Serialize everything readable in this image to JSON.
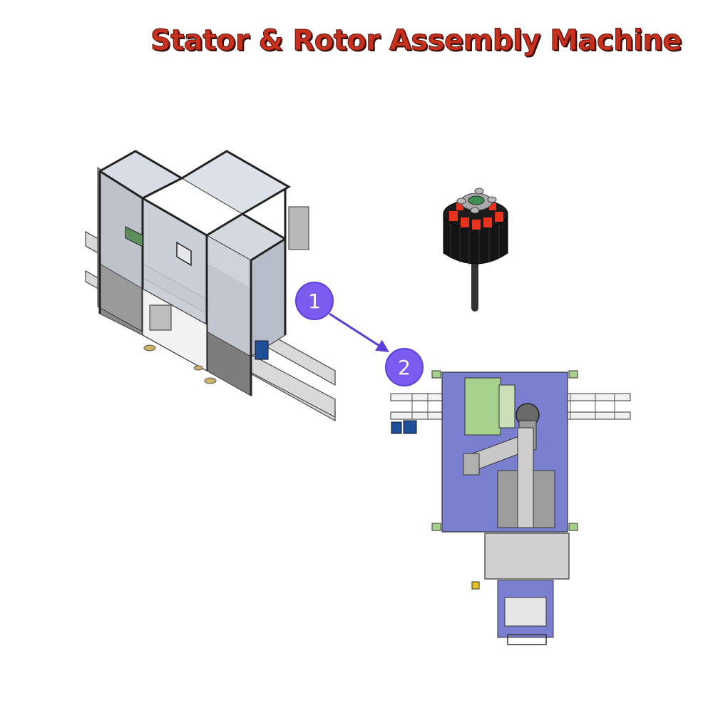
{
  "header": {
    "title": "Stator & Rotor Assembly Machine"
  },
  "callouts": [
    {
      "label": "1"
    },
    {
      "label": "2"
    }
  ],
  "colors": {
    "title": "#c8301e",
    "callout_fill": "#7c5cf0",
    "arrow": "#5b3fd6",
    "plate": "#7a7fd0",
    "frame": "#4a4a4a",
    "panel": "#888888",
    "magnet": "#e8321e",
    "accent_green": "#a8d08d"
  },
  "icons": {
    "machine": "machine-enclosure-illustration",
    "rotor": "rotor-stator-illustration",
    "layout": "machine-top-view-illustration"
  }
}
